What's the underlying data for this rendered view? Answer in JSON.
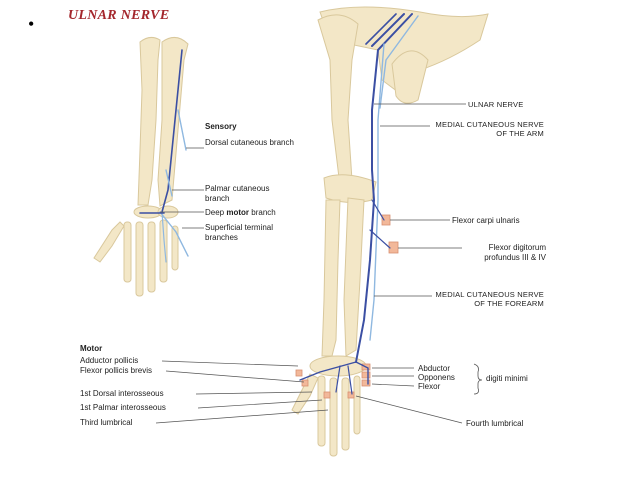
{
  "header": {
    "bullet": "•",
    "title": "ULNAR NERVE"
  },
  "sensory": {
    "heading": "Sensory",
    "dorsal": "Dorsal cutaneous branch",
    "palmar": "Palmar cutaneous branch",
    "deep_pre": "Deep ",
    "deep_bold": "motor",
    "deep_post": " branch",
    "superficial": "Superficial terminal branches"
  },
  "arm_labels": {
    "ulnar_nerve": "ULNAR NERVE",
    "medial_arm": "MEDIAL CUTANEOUS NERVE OF THE ARM",
    "fcu": "Flexor carpi ulnaris",
    "fdp": "Flexor digitorum profundus III & IV",
    "medial_forearm": "MEDIAL CUTANEOUS NERVE OF THE FOREARM"
  },
  "motor": {
    "heading": "Motor",
    "adductor": "Adductor pollicis",
    "fpb": "Flexor pollicis brevis",
    "dorsal_int": "1st Dorsal interosseous",
    "palmar_int": "1st Palmar interosseous",
    "third_lumb": "Third lumbrical",
    "abductor": "Abductor",
    "opponens": "Opponens",
    "flexor": "Flexor",
    "digiti": "digiti minimi",
    "fourth_lumb": "Fourth lumbrical"
  },
  "colors": {
    "bone": "#f3e7c7",
    "bone_stroke": "#d9c89c",
    "nerve_dark": "#3b4fa3",
    "nerve_light": "#8fb8e0",
    "muscle": "#f2b89a",
    "title": "#a4262c"
  }
}
